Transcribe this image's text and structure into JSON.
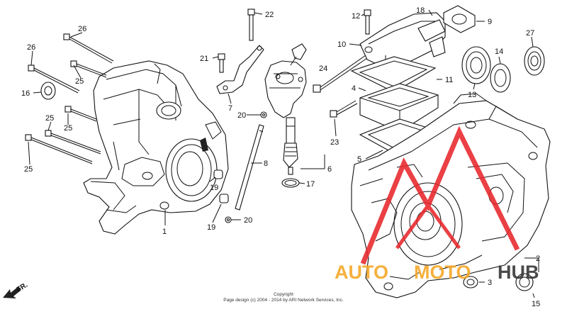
{
  "callouts": [
    {
      "label": "26"
    },
    {
      "label": "26"
    },
    {
      "label": "25"
    },
    {
      "label": "16"
    },
    {
      "label": "25"
    },
    {
      "label": "25"
    },
    {
      "label": "25"
    },
    {
      "label": "25"
    },
    {
      "label": "22"
    },
    {
      "label": "21"
    },
    {
      "label": "7"
    },
    {
      "label": "24"
    },
    {
      "label": "20"
    },
    {
      "label": "8"
    },
    {
      "label": "6"
    },
    {
      "label": "17"
    },
    {
      "label": "19"
    },
    {
      "label": "19"
    },
    {
      "label": "20"
    },
    {
      "label": "1"
    },
    {
      "label": "12"
    },
    {
      "label": "18"
    },
    {
      "label": "9"
    },
    {
      "label": "10"
    },
    {
      "label": "4"
    },
    {
      "label": "11"
    },
    {
      "label": "23"
    },
    {
      "label": "5"
    },
    {
      "label": "13"
    },
    {
      "label": "14"
    },
    {
      "label": "27"
    },
    {
      "label": "2"
    },
    {
      "label": "3"
    },
    {
      "label": "15"
    }
  ],
  "direction_marker": "FR.",
  "copyright": {
    "line1": "Copyright",
    "line2": "Page design (c) 2004 - 2014 by ARI Network Services, Inc."
  },
  "watermark": {
    "part1": "AUTO",
    "part2": "MOTO",
    "part3": "HUB",
    "color_red": "#e8262b",
    "color_orange": "#f5a623",
    "color_dark": "#333333"
  }
}
